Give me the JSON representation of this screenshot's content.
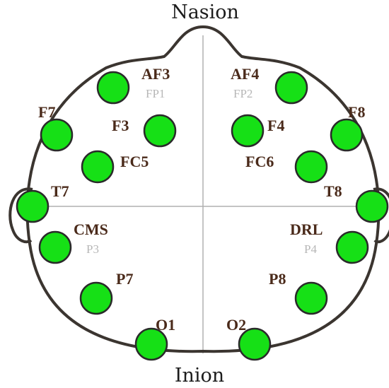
{
  "landmarks": {
    "top": "Nasion",
    "bottom": "Inion"
  },
  "colors": {
    "electrode_fill": "#16e016",
    "outline": "#3b3530",
    "label": "#4a2a1a",
    "alt_label": "#b7b7b7"
  },
  "electrodes": [
    {
      "id": "AF3",
      "label": "AF3",
      "alt_label": "FP1"
    },
    {
      "id": "AF4",
      "label": "AF4",
      "alt_label": "FP2"
    },
    {
      "id": "F7",
      "label": "F7"
    },
    {
      "id": "F8",
      "label": "F8"
    },
    {
      "id": "F3",
      "label": "F3"
    },
    {
      "id": "F4",
      "label": "F4"
    },
    {
      "id": "FC5",
      "label": "FC5"
    },
    {
      "id": "FC6",
      "label": "FC6"
    },
    {
      "id": "T7",
      "label": "T7"
    },
    {
      "id": "T8",
      "label": "T8"
    },
    {
      "id": "CMS",
      "label": "CMS",
      "alt_label": "P3"
    },
    {
      "id": "DRL",
      "label": "DRL",
      "alt_label": "P4"
    },
    {
      "id": "P7",
      "label": "P7"
    },
    {
      "id": "P8",
      "label": "P8"
    },
    {
      "id": "O1",
      "label": "O1"
    },
    {
      "id": "O2",
      "label": "O2"
    }
  ]
}
